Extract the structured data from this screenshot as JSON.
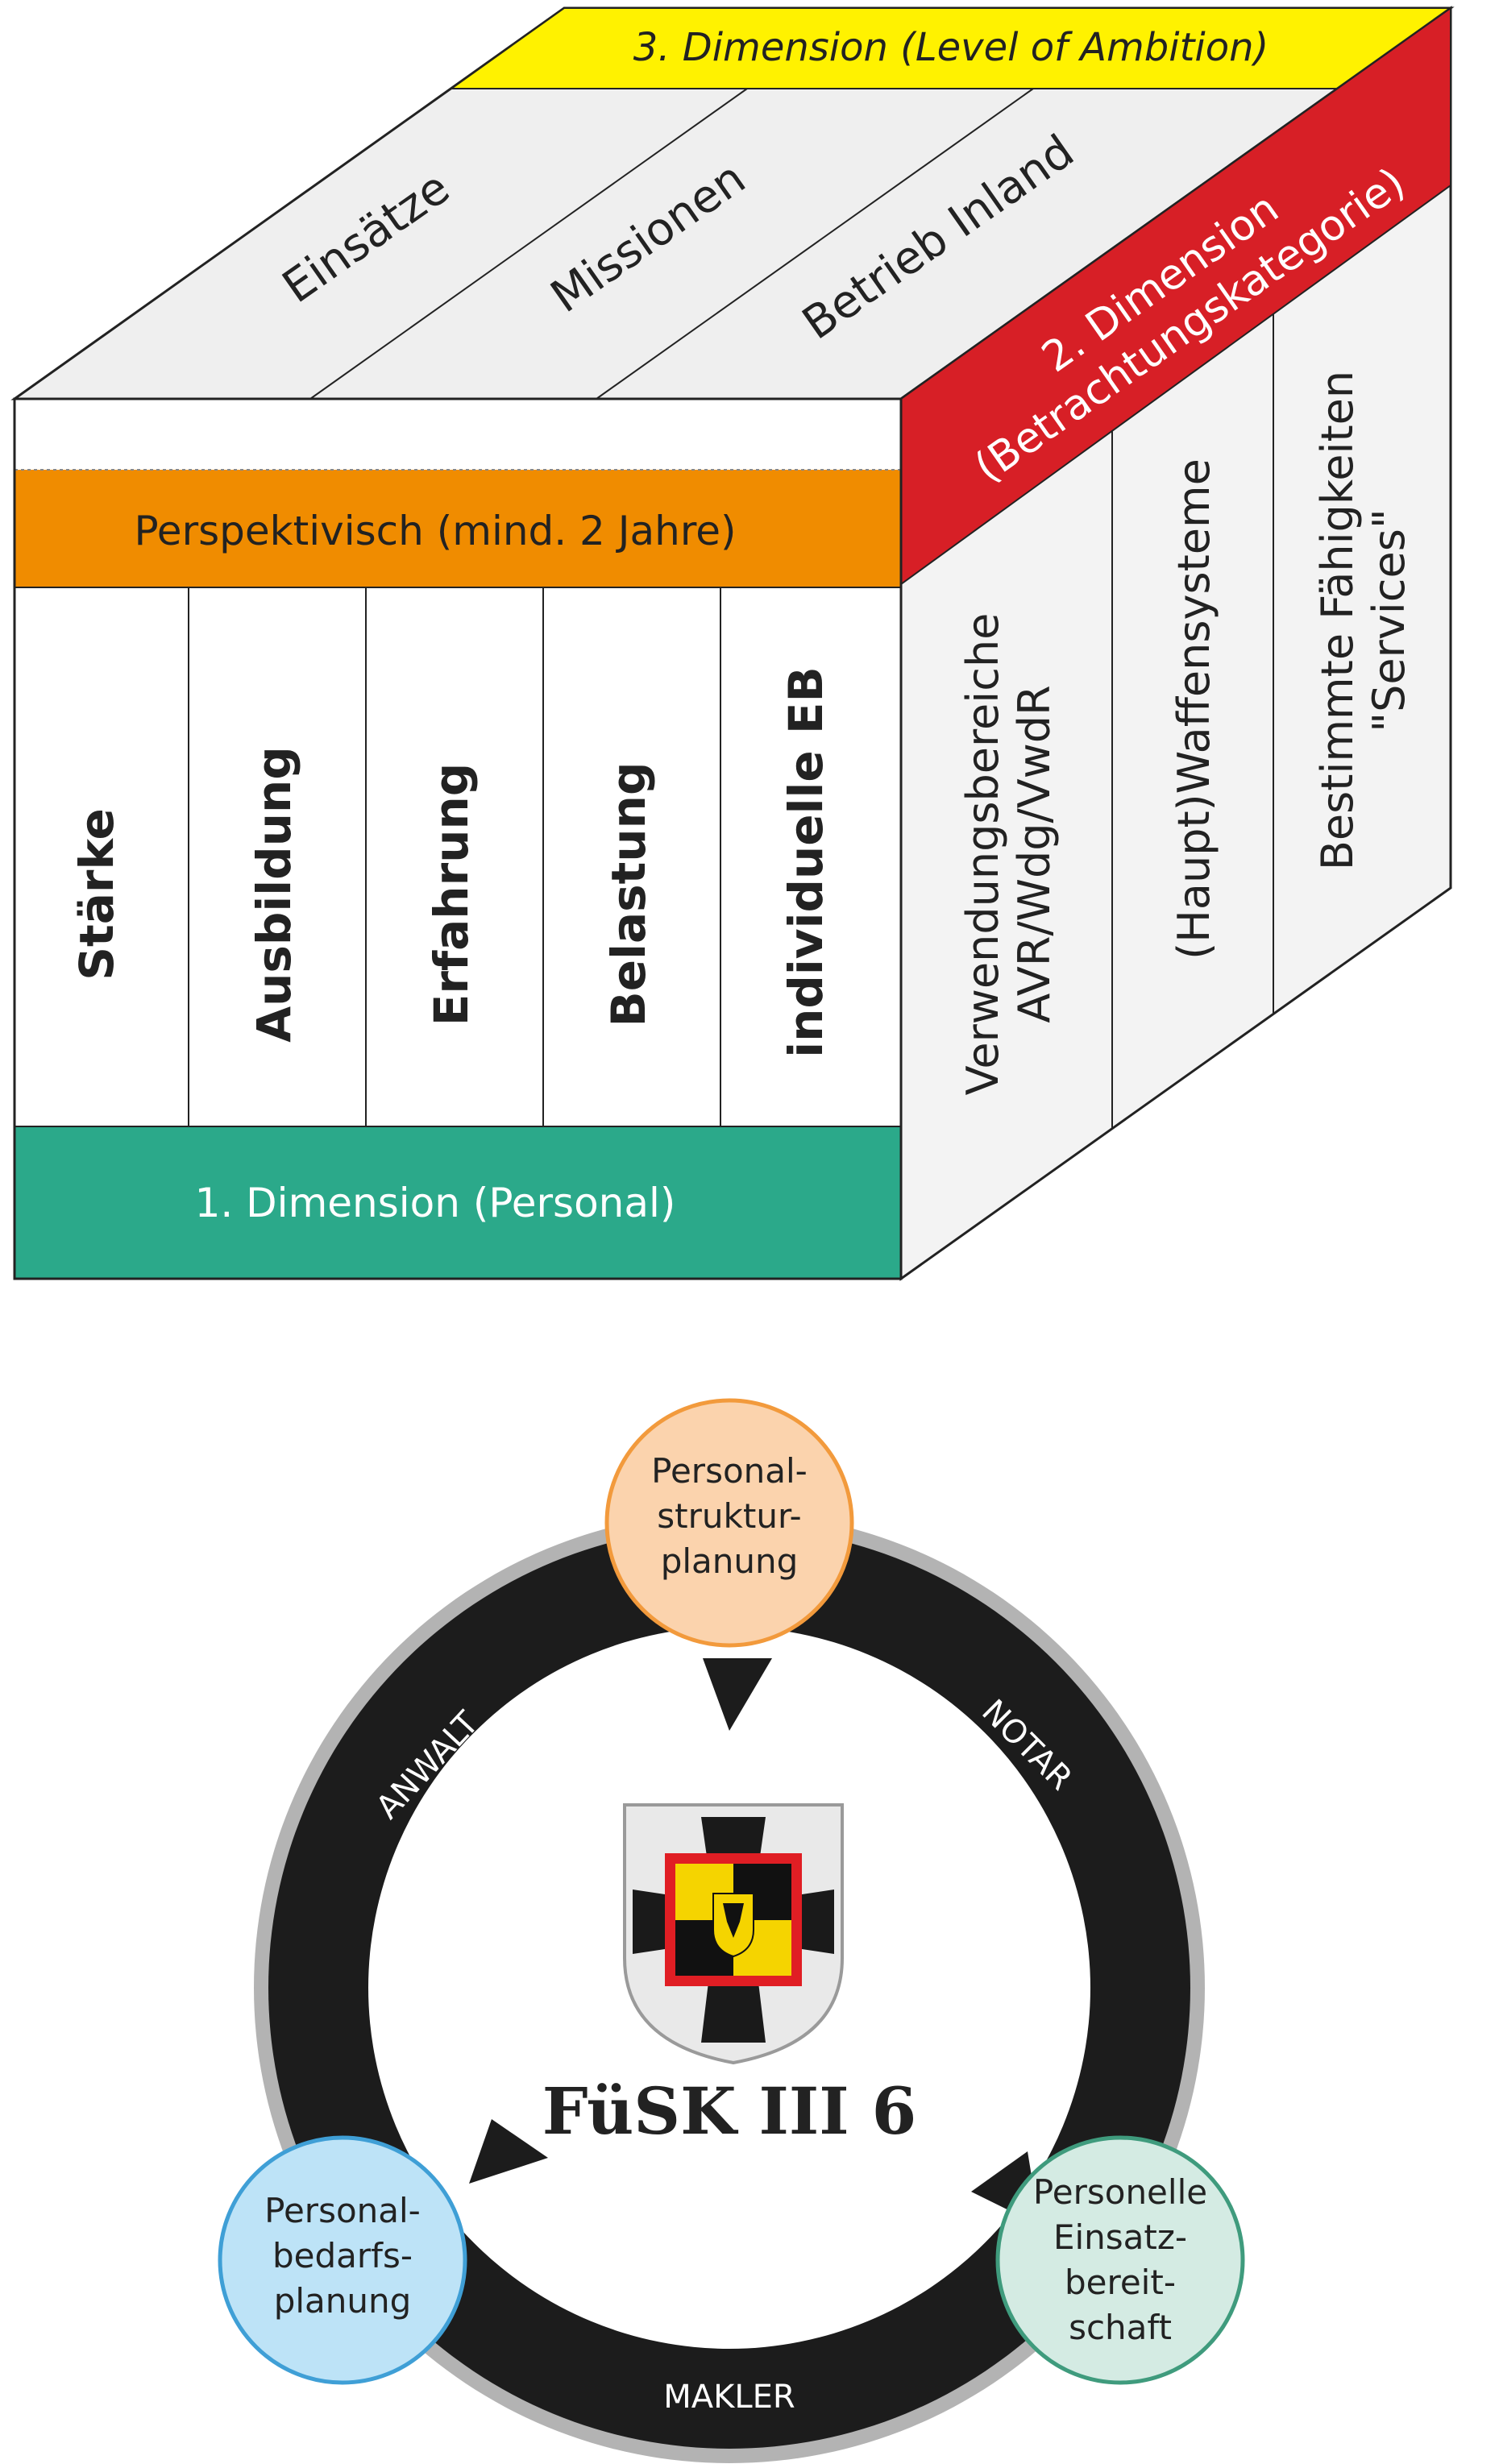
{
  "cube": {
    "dimension3_title": "3. Dimension (Level of Ambition)",
    "dimension3_items": [
      "Einsätze",
      "Missionen",
      "Betrieb Inland"
    ],
    "dimension2_title_line1": "2. Dimension",
    "dimension2_title_line2": "(Betrachtungskategorie)",
    "dimension2_items": [
      {
        "line1": "Verwendungsbereiche",
        "line2": "AVR/Wdg/VwdR"
      },
      {
        "line1": "(Haupt)Waffensysteme",
        "line2": ""
      },
      {
        "line1": "Bestimmte Fähigkeiten",
        "line2": "\"Services\""
      }
    ],
    "perspective_label": "Perspektivisch (mind. 2 Jahre)",
    "dimension1_items": [
      "Stärke",
      "Ausbildung",
      "Erfahrung",
      "Belastung",
      "individuelle EB"
    ],
    "dimension1_title": "1. Dimension (Personal)",
    "colors": {
      "yellow": "#fff200",
      "red": "#d71f26",
      "orange": "#f08c00",
      "teal": "#2ba98a",
      "face_top": "#efefef",
      "face_side": "#f3f3f3"
    }
  },
  "cycle": {
    "nodes": [
      {
        "lines": [
          "Personal-",
          "struktur-",
          "planung"
        ],
        "fill": "#fbd3ad",
        "stroke": "#f29a3c"
      },
      {
        "lines": [
          "Personal-",
          "bedarfs-",
          "planung"
        ],
        "fill": "#bde3f7",
        "stroke": "#3f9fd6"
      },
      {
        "lines": [
          "Personelle",
          "Einsatz-",
          "bereit-",
          "schaft"
        ],
        "fill": "#d4ebe3",
        "stroke": "#3f9b7d"
      }
    ],
    "roles": [
      "ANWALT",
      "NOTAR",
      "MAKLER"
    ],
    "center_label": "FüSK III 6",
    "emblem": "iron-cross-eagle-emblem"
  }
}
